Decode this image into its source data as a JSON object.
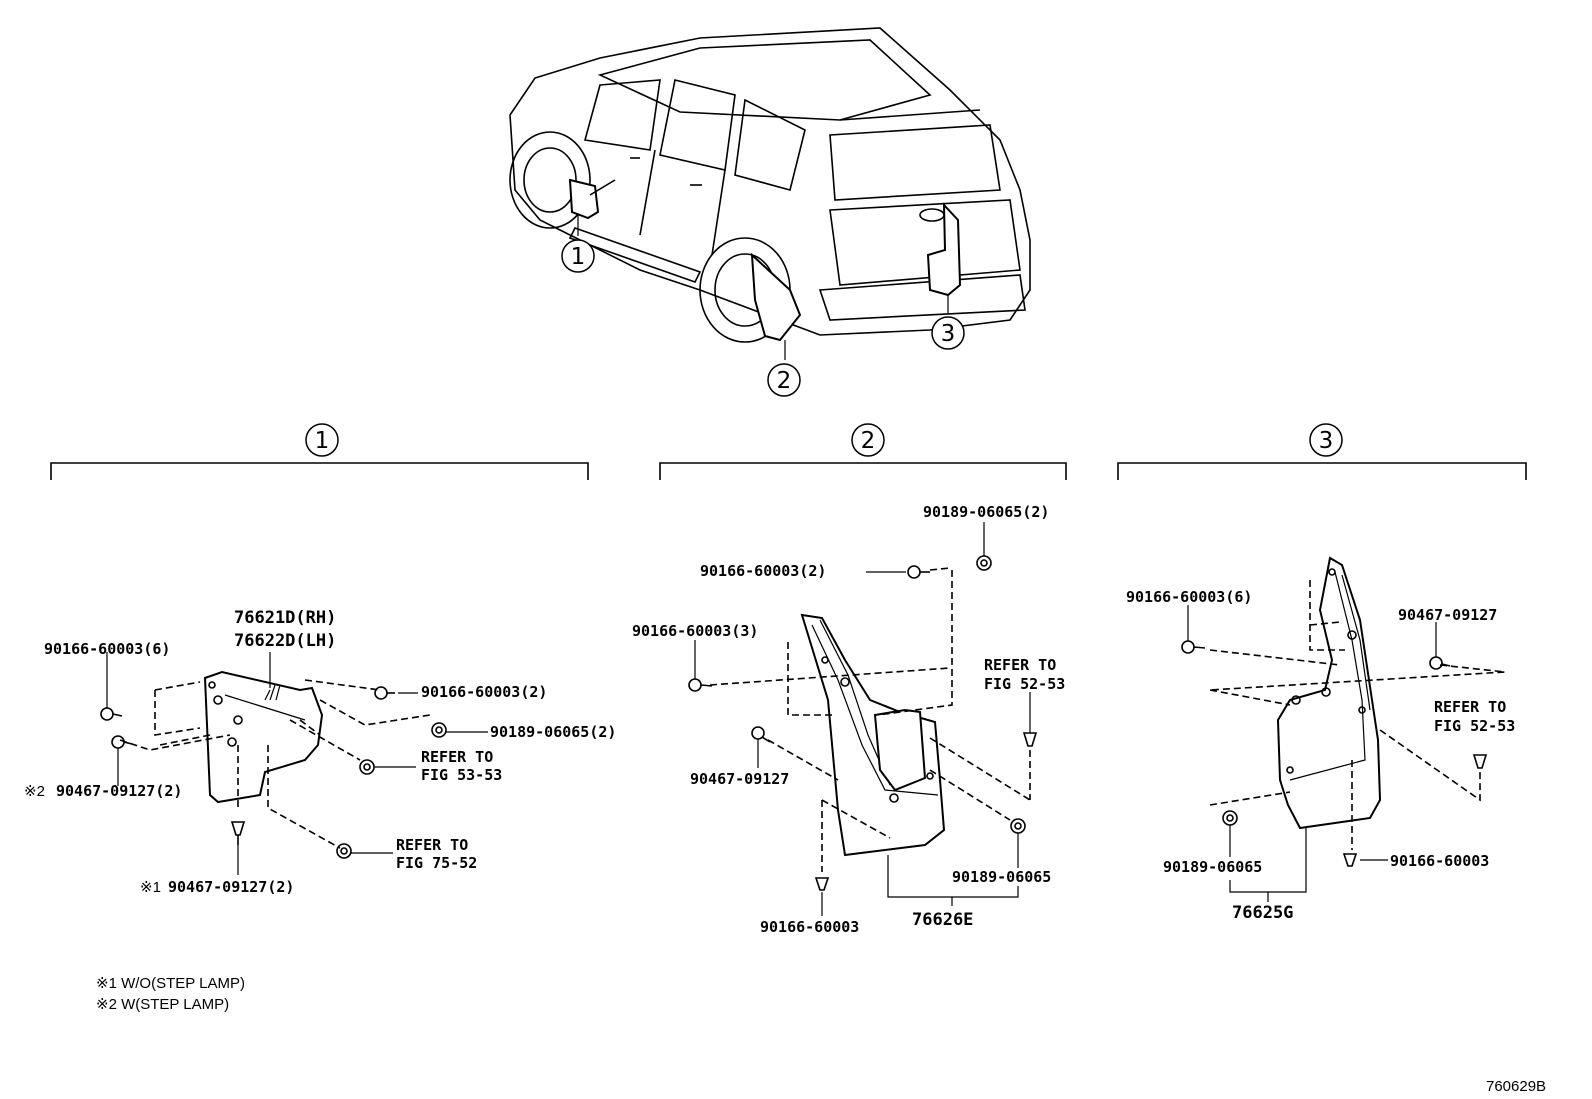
{
  "markers": {
    "m1": "1",
    "m2": "2",
    "m3": "3"
  },
  "group1": {
    "part_rh": "76621D(RH)",
    "part_lh": "76622D(LH)",
    "screw_a": "90166-60003(6)",
    "screw_b": "90166-60003(2)",
    "nut_a": "90189-06065(2)",
    "refer1_a": "REFER TO",
    "refer1_b": "FIG 53-53",
    "clip_mark2": "※2",
    "clip_a": "90467-09127(2)",
    "refer2_a": "REFER TO",
    "refer2_b": "FIG 75-52",
    "clip_mark1": "※1",
    "clip_b": "90467-09127(2)"
  },
  "group2": {
    "nut_a": "90189-06065(2)",
    "screw_a": "90166-60003(2)",
    "screw_b": "90166-60003(3)",
    "refer_a": "REFER TO",
    "refer_b": "FIG 52-53",
    "clip": "90467-09127",
    "nut_b": "90189-06065",
    "screw_c": "90166-60003",
    "part": "76626E"
  },
  "group3": {
    "screw_a": "90166-60003(6)",
    "clip": "90467-09127",
    "refer_a": "REFER TO",
    "refer_b": "FIG 52-53",
    "nut": "90189-06065",
    "screw_b": "90166-60003",
    "part": "76625G"
  },
  "notes": {
    "n1": "※1 W/O(STEP LAMP)",
    "n2": "※2 W(STEP LAMP)"
  },
  "figure_code": "760629B"
}
